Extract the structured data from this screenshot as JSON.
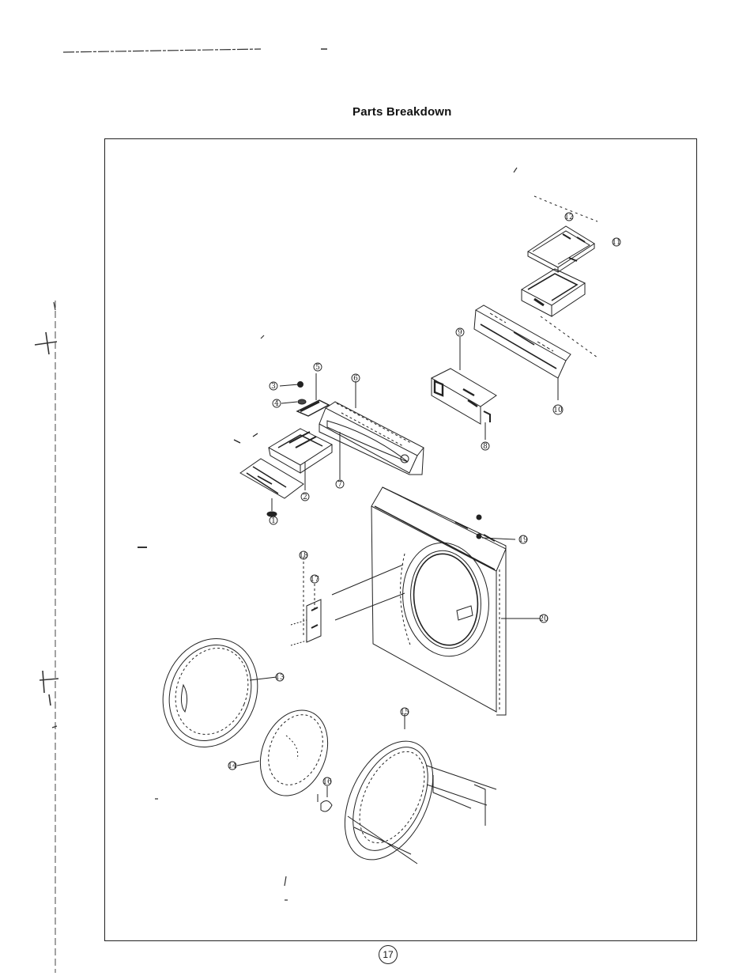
{
  "page": {
    "title": "Parts Breakdown",
    "page_number": "17"
  },
  "callouts": [
    {
      "id": "1",
      "text": "1"
    },
    {
      "id": "2",
      "text": "2"
    },
    {
      "id": "3",
      "text": "3"
    },
    {
      "id": "4",
      "text": "4"
    },
    {
      "id": "5",
      "text": "5"
    },
    {
      "id": "6",
      "text": "6"
    },
    {
      "id": "7",
      "text": "7"
    },
    {
      "id": "8",
      "text": "8"
    },
    {
      "id": "9",
      "text": "9"
    },
    {
      "id": "10",
      "text": "10"
    },
    {
      "id": "11",
      "text": "11"
    },
    {
      "id": "12",
      "text": "12"
    },
    {
      "id": "13",
      "text": "13"
    },
    {
      "id": "14",
      "text": "14"
    },
    {
      "id": "15",
      "text": "15"
    },
    {
      "id": "16",
      "text": "16"
    },
    {
      "id": "17",
      "text": "17"
    },
    {
      "id": "18",
      "text": "18"
    },
    {
      "id": "19",
      "text": "19"
    },
    {
      "id": "20",
      "text": "20"
    }
  ]
}
